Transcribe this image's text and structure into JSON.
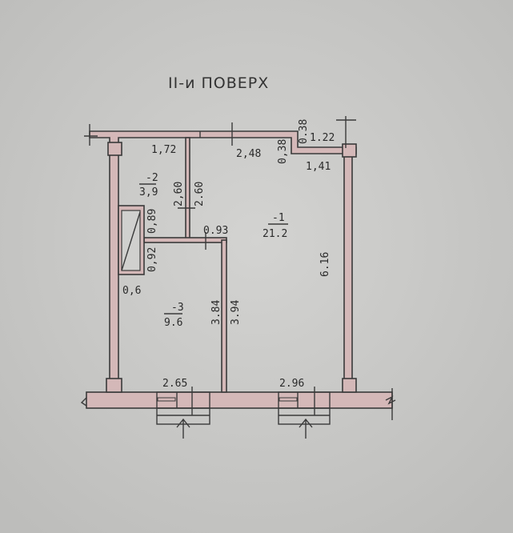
{
  "title": "II-и ПОВЕРХ",
  "rooms": [
    {
      "number": "-1",
      "area": "21.2"
    },
    {
      "number": "-2",
      "area": "3,9"
    },
    {
      "number": "-3",
      "area": "9.6"
    }
  ],
  "dimensions": {
    "d172": "1,72",
    "d248": "2,48",
    "d038a": "0.38",
    "d122": "1.22",
    "d038b": "0,38",
    "d141": "1,41",
    "d260a": "2,60",
    "d260b": "2.60",
    "d089": "0,89",
    "d093": "0.93",
    "d092": "0,92",
    "d616": "6.16",
    "d06": "0,6",
    "d384": "3.84",
    "d394": "3.94",
    "d265": "2.65",
    "d296": "2.96"
  },
  "colors": {
    "paper": "#c9c9c7",
    "wall_fill": "#d4b8b8",
    "ink": "#3a3a3a"
  }
}
